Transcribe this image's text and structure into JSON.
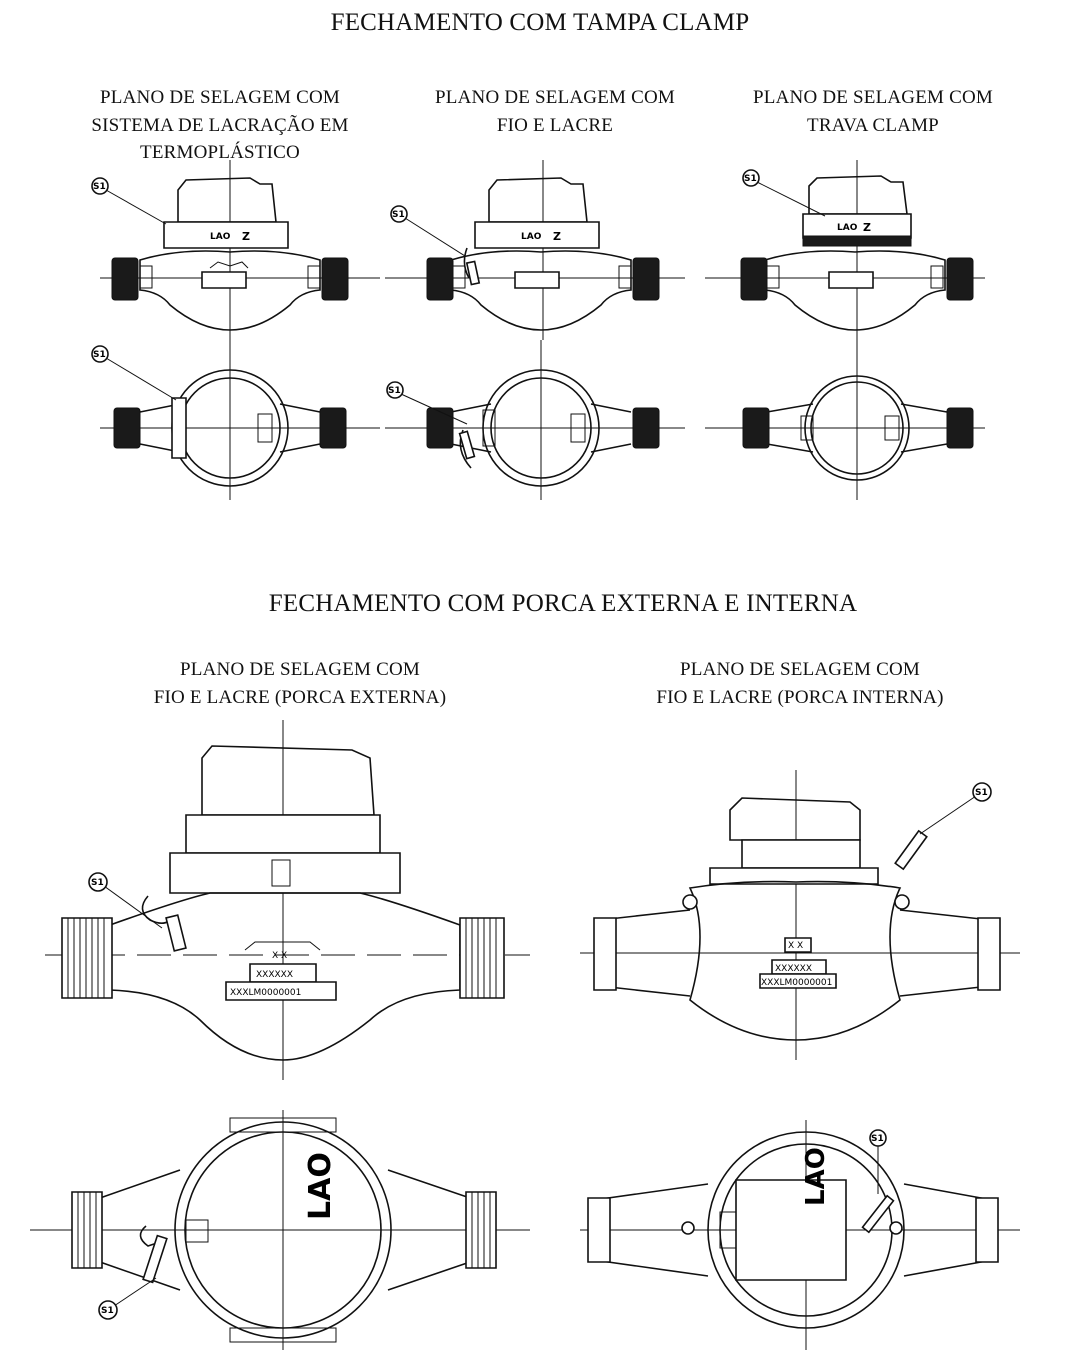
{
  "sections": [
    {
      "title": "FECHAMENTO COM TAMPA CLAMP",
      "plans": [
        {
          "label": "PLANO DE SELAGEM COM\nSISTEMA DE LACRAÇÃO EM\nTERMOPLÁSTICO",
          "callouts": [
            "S1",
            "S1"
          ],
          "brand": "LAO"
        },
        {
          "label": "PLANO DE SELAGEM COM\nFIO E LACRE",
          "callouts": [
            "S1",
            "S1"
          ],
          "brand": "LAO"
        },
        {
          "label": "PLANO DE SELAGEM COM\nTRAVA CLAMP",
          "callouts": [
            "S1"
          ],
          "brand": "LAO"
        }
      ]
    },
    {
      "title": "FECHAMENTO COM PORCA EXTERNA E INTERNA",
      "plans": [
        {
          "label": "PLANO DE SELAGEM COM\nFIO E LACRE (PORCA EXTERNA)",
          "callouts": [
            "S1",
            "S1"
          ],
          "plate": [
            "X X",
            "XXXXXX",
            "XXXLM0000001"
          ],
          "brand": "LAO"
        },
        {
          "label": "PLANO DE SELAGEM COM\nFIO E LACRE (PORCA INTERNA)",
          "callouts": [
            "S1",
            "S1"
          ],
          "plate": [
            "X X",
            "XXXXXX",
            "XXXLM0000001"
          ],
          "brand": "LAO"
        }
      ]
    }
  ]
}
